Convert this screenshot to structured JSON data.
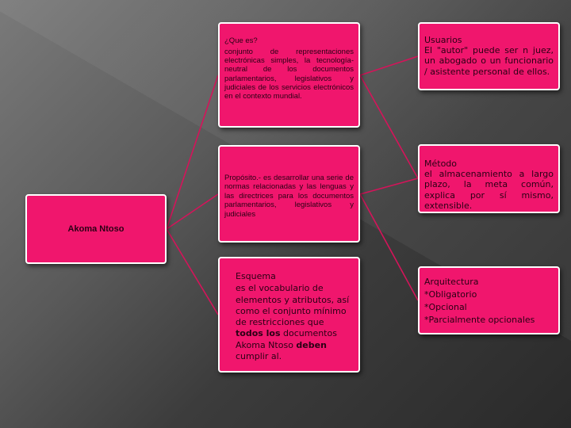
{
  "root": {
    "label": "Akoma Ntoso"
  },
  "que_es": {
    "title": "¿Que es?",
    "body": "conjunto de representaciones electrónicas simples, la tecnología-neutral de los documentos parlamentarios, legislativos y judiciales de los servicios electrónicos en el contexto mundial."
  },
  "proposito": {
    "body": "Propósito.- es desarrollar una serie de normas relacionadas y las lenguas y las directrices para los documentos parlamentarios, legislativos y judiciales"
  },
  "esquema": {
    "title": "Esquema",
    "line1": "es el vocabulario de elementos y atributos, así como el conjunto mínimo de restricciones que",
    "bold1": "todos los",
    "line2": "documentos Akoma Ntoso",
    "bold2": "deben",
    "line3": "cumplir al."
  },
  "usuarios": {
    "title": "Usuarios",
    "body": "El \"autor\" puede ser n juez, un abogado o un funcionario / asistente personal de ellos."
  },
  "metodo": {
    "title": "Método",
    "body": "el almacenamiento a largo plazo, la meta común, explica por sí mismo, extensible."
  },
  "arquitectura": {
    "title": "Arquitectura",
    "items": [
      "*Obligatorio",
      "*Opcional",
      "*Parcialmente opcionales"
    ]
  },
  "colors": {
    "box_fill": "#f0166d",
    "box_border": "#ffffff",
    "connector": "#d4145a"
  }
}
